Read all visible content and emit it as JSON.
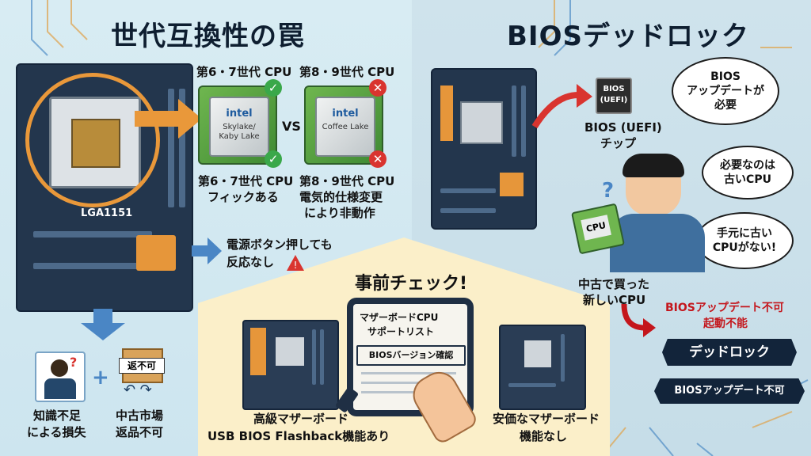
{
  "left": {
    "title": "世代互換性の罠",
    "socket_label": "LGA1151",
    "cpu_old": {
      "header": "第6・7世代 CPU",
      "logo": "intel",
      "name": "Skylake/\nKaby Lake",
      "footer_line1": "第6・7世代 CPU",
      "footer_line2": "フィックある"
    },
    "vs": "VS",
    "cpu_new": {
      "header": "第8・9世代 CPU",
      "logo": "intel",
      "name": "Coffee Lake",
      "footer_line1": "第8・9世代 CPU",
      "footer_line2": "電気的仕様変更",
      "footer_line3": "により非動作"
    },
    "power_line1": "電源ボタン押しても",
    "power_line2": "反応なし",
    "loss_line1": "知識不足",
    "loss_line2": "による損失",
    "noreturn_tag": "返不可",
    "noreturn_line1": "中古市場",
    "noreturn_line2": "返品不可"
  },
  "right": {
    "title": "BIOSデッドロック",
    "chip_text": "BIOS\n(UEFI)",
    "chip_label_line1": "BIOS (UEFI)",
    "chip_label_line2": "チップ",
    "bubble1": [
      "BIOS",
      "アップデートが",
      "必要"
    ],
    "bubble2": [
      "必要なのは",
      "古いCPU"
    ],
    "bubble3": [
      "手元に古い",
      "CPUがない!"
    ],
    "held_cpu": "CPU",
    "bought_line1": "中古で買った",
    "bought_line2": "新しいCPU",
    "red_line1": "BIOSアップデート不可",
    "red_line2": "起動不能",
    "banner1": "デッドロック",
    "banner2": "BIOSアップデート不可"
  },
  "center": {
    "title": "事前チェック!",
    "list_line1": "マザーボードCPU",
    "list_line2": "サポートリスト",
    "bios_check": "BIOSバージョン確認",
    "high_line1": "高級マザーボード",
    "high_line2": "USB BIOS Flashback機能あり",
    "cheap_line1": "安価なマザーボード",
    "cheap_line2": "機能なし"
  },
  "colors": {
    "accent_orange": "#e6963a",
    "ok_green": "#3aa84a",
    "ng_red": "#d9342f",
    "alert_red": "#c4161c",
    "navy": "#12243a"
  },
  "icons": [
    "check-icon",
    "cross-icon",
    "warning-icon",
    "arrow-icon",
    "question-icon",
    "usb-icon",
    "hand-icon"
  ]
}
